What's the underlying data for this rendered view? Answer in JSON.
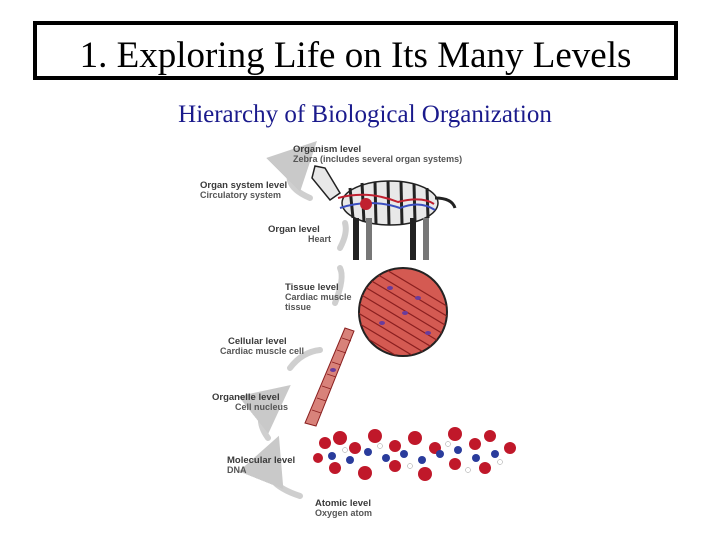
{
  "slide": {
    "title": "1. Exploring Life on Its Many Levels",
    "subtitle": "Hierarchy of Biological Organization"
  },
  "figure": {
    "levels": [
      {
        "name": "Organism level",
        "desc": "Zebra (includes several organ systems)"
      },
      {
        "name": "Organ system level",
        "desc": "Circulatory system"
      },
      {
        "name": "Organ level",
        "desc": "Heart"
      },
      {
        "name": "Tissue level",
        "desc": "Cardiac muscle",
        "desc2": "tissue"
      },
      {
        "name": "Cellular level",
        "desc": "Cardiac muscle cell"
      },
      {
        "name": "Organelle level",
        "desc": "Cell nucleus"
      },
      {
        "name": "Molecular level",
        "desc": "DNA"
      },
      {
        "name": "Atomic level",
        "desc": "Oxygen atom"
      }
    ],
    "colors": {
      "arrow": "#c9c9c9",
      "muscle": "#c0443c",
      "nucleus": "#6a3c9c",
      "dna_red": "#c0182a",
      "dna_blue": "#2a3c9c"
    }
  }
}
